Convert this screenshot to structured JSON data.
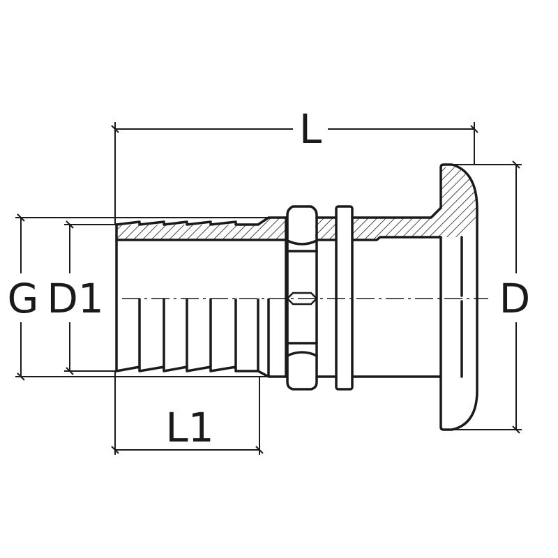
{
  "labels": {
    "overall_length": "L",
    "hose_tail_length": "L1",
    "thread_diameter": "G",
    "hose_tail_diameter": "D1",
    "flange_diameter": "D"
  }
}
